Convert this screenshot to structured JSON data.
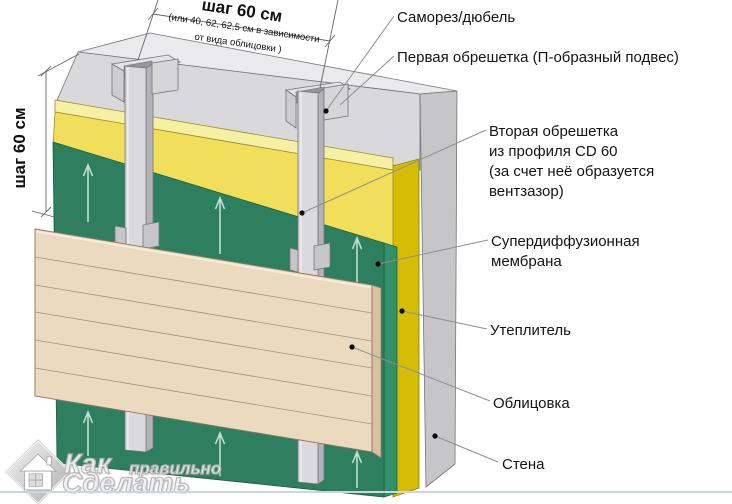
{
  "diagram": {
    "dimension_top": {
      "main": "шаг 60 см",
      "sub_line1": "(или 40, 62, 62,5 см в зависимости",
      "sub_line2": "от вида облицовки )"
    },
    "dimension_left": {
      "main": "шаг 60 см"
    },
    "callouts": {
      "samorez": {
        "text": "Саморез/дюбель"
      },
      "pervaya": {
        "text": "Первая обрешетка (П-образный подвес)"
      },
      "vtoraya": {
        "line1": "Вторая обрешетка",
        "line2": "из профиля CD 60",
        "line3": "(за счет неё образуется",
        "line4": "вентзазор)"
      },
      "membrana": {
        "line1": "Супердиффузионная",
        "line2": "мембрана"
      },
      "uteplitel": {
        "text": "Утеплитель"
      },
      "oblitsovka": {
        "text": "Облицовка"
      },
      "stena": {
        "text": "Стена"
      }
    },
    "colors": {
      "wall_top": "#eaeaec",
      "wall_front": "#d9d9db",
      "wall_side": "#c6c6c9",
      "insulation_front": "#f1df5b",
      "insulation_top": "#f6f0a4",
      "insulation_side": "#d5bd05",
      "membrane_front": "#2e7f5f",
      "membrane_side": "#339067",
      "cladding_front": "#ebdabf",
      "cladding_side": "#d7c1a1",
      "profile": "#dadade",
      "profile_side": "#b2b2b8",
      "bracket": "#d6d6d9",
      "leader_line": "#8f8f8f",
      "dimension_line": "#666666",
      "vent_arrow": "#c9e2d6"
    }
  },
  "watermark": {
    "word1": "Как",
    "word2": "правильно",
    "word3": "Сделать",
    "icon": "house-in-diamond"
  }
}
